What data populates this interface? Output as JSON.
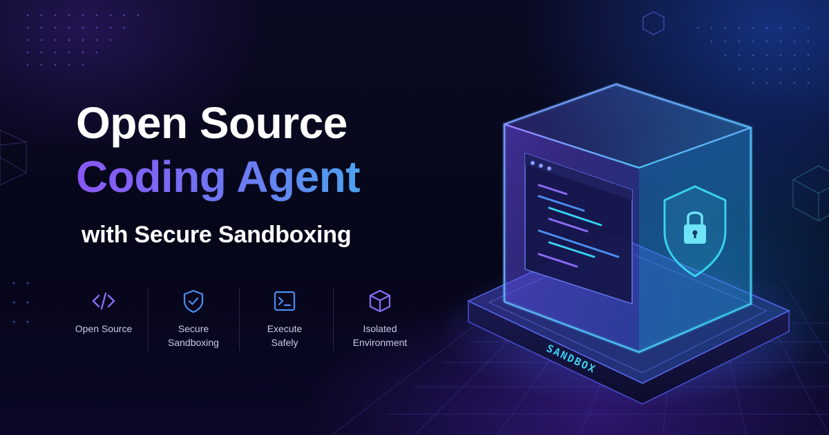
{
  "headline": {
    "line1": "Open Source",
    "line2": "Coding Agent",
    "subline": "with Secure Sandboxing"
  },
  "features": [
    {
      "icon": "code-icon",
      "label_line1": "Open Source",
      "label_line2": ""
    },
    {
      "icon": "shield-check-icon",
      "label_line1": "Secure",
      "label_line2": "Sandboxing"
    },
    {
      "icon": "terminal-icon",
      "label_line1": "Execute",
      "label_line2": "Safely"
    },
    {
      "icon": "cube-icon",
      "label_line1": "Isolated",
      "label_line2": "Environment"
    }
  ],
  "sandbox": {
    "platform_label": "SANDBOX"
  },
  "colors": {
    "gradient_start": "#8a56f5",
    "gradient_end": "#2fc7ea",
    "icon_purple": "#8b6cf6",
    "icon_blue": "#4b8ef0",
    "glow_cyan": "#39d2f0"
  }
}
